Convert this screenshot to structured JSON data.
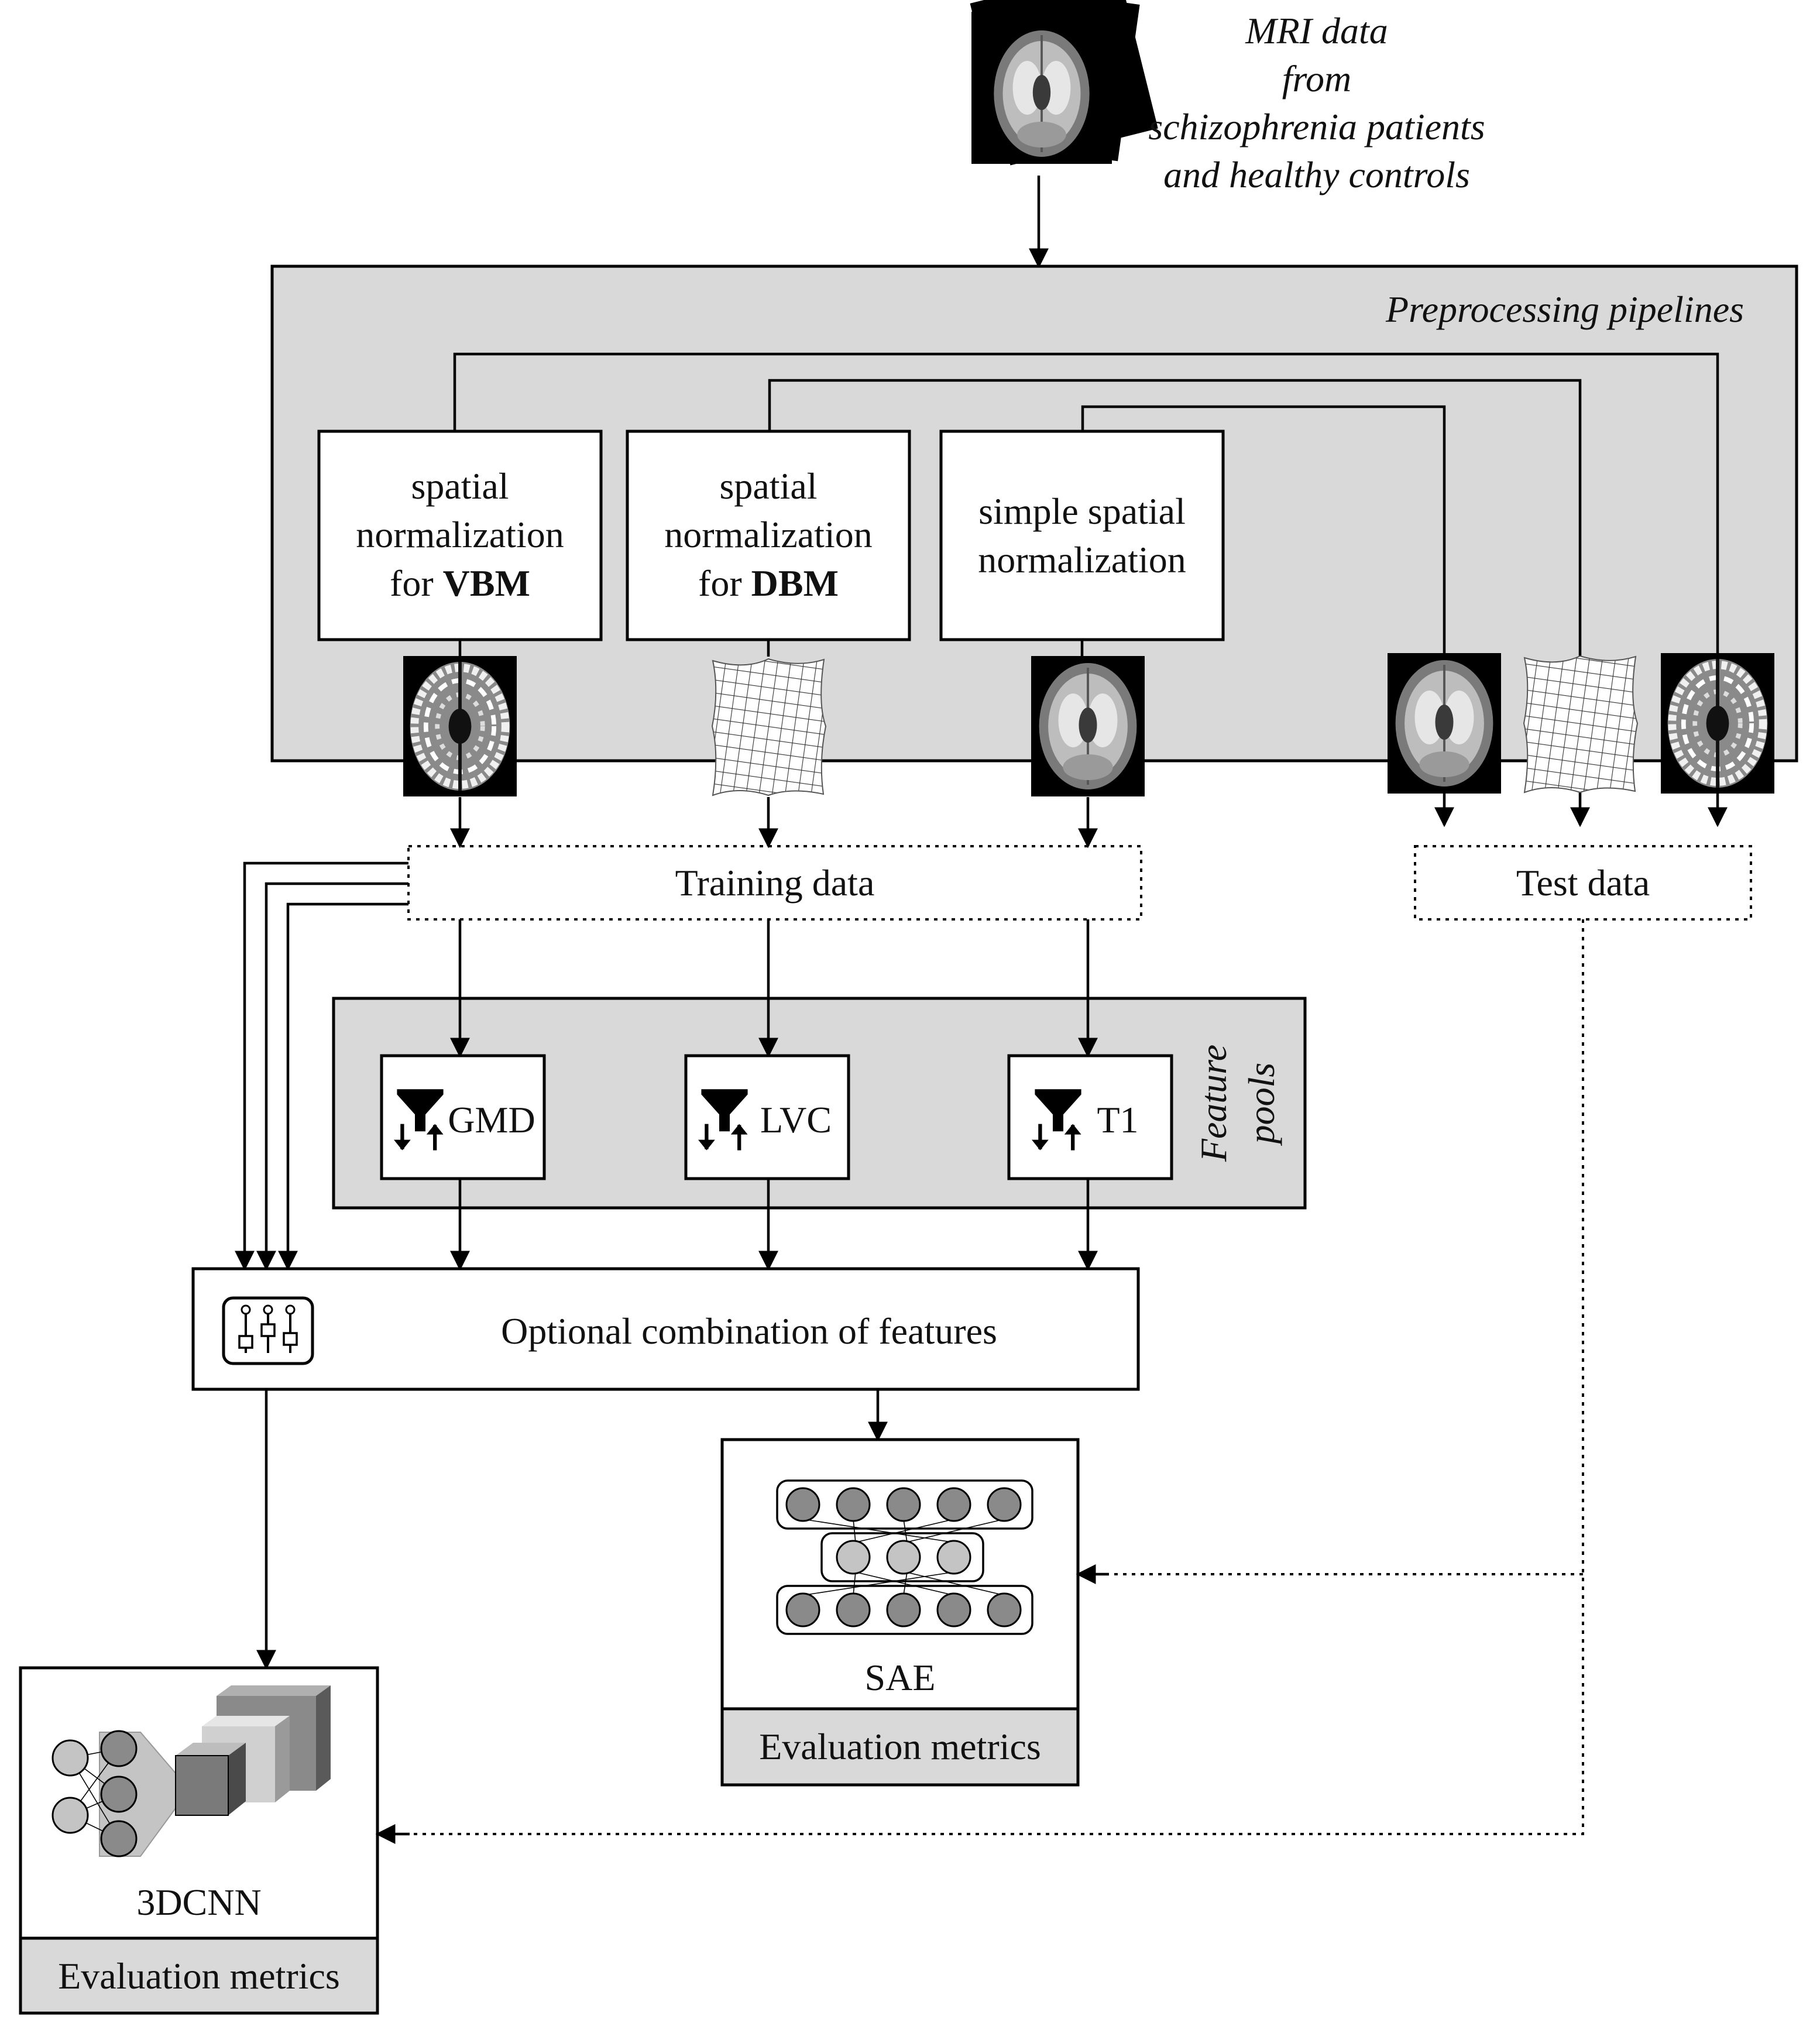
{
  "mri": {
    "lines": [
      "MRI data",
      "from",
      "schizophrenia patients",
      "and healthy controls"
    ]
  },
  "preprocessing": {
    "title": "Preprocessing pipelines",
    "vbm": {
      "line1": "spatial",
      "line2": "normalization",
      "line3_prefix": "for ",
      "line3_bold": "VBM"
    },
    "dbm": {
      "line1": "spatial",
      "line2": "normalization",
      "line3_prefix": "for ",
      "line3_bold": "DBM"
    },
    "simple": {
      "line1": "simple spatial",
      "line2": "normalization"
    }
  },
  "data": {
    "training": "Training data",
    "test": "Test data"
  },
  "feature_pools": {
    "title_line1": "Feature",
    "title_line2": "pools",
    "items": [
      "GMD",
      "LVC",
      "T1"
    ]
  },
  "combination": {
    "label": "Optional combination of features"
  },
  "models": {
    "sae": {
      "name": "SAE",
      "footer": "Evaluation metrics"
    },
    "cnn": {
      "name": "3DCNN",
      "footer": "Evaluation metrics"
    }
  },
  "icons": {
    "brain": "brain-mri-icon",
    "mesh": "deformation-grid-icon",
    "filter": "funnel-sort-icon",
    "mixer": "slider-mixer-icon"
  },
  "colors": {
    "panel": "#d9d9d9",
    "line": "#000000",
    "box": "#ffffff",
    "node_dark": "#8a8a8a",
    "node_light": "#c4c4c4"
  }
}
